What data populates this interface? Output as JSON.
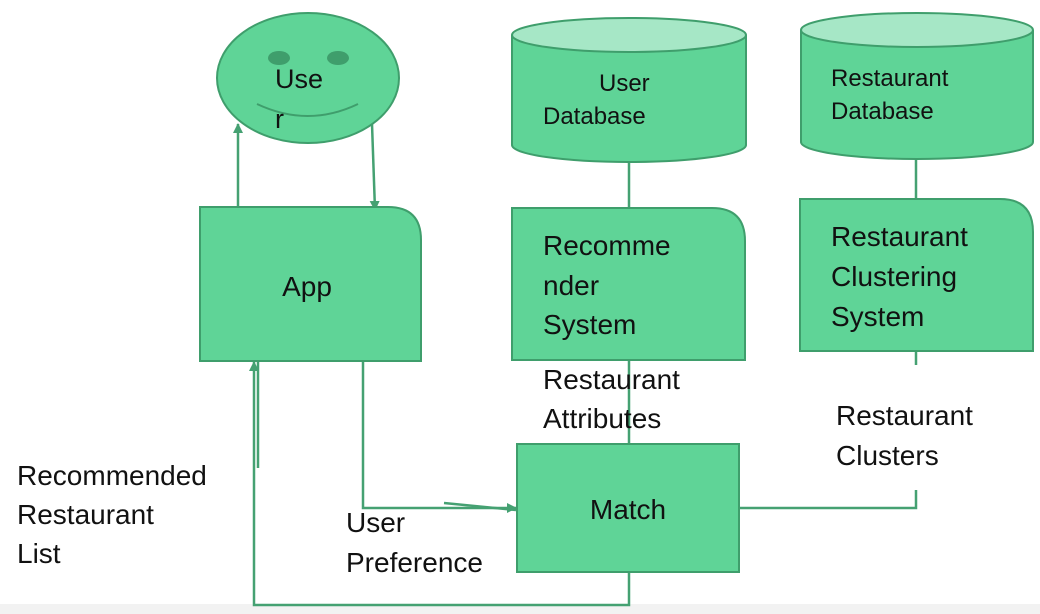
{
  "colors": {
    "node_fill": "#5fd497",
    "node_stroke": "#3f9e6c",
    "cylinder_top": "#a6e7c6",
    "edge": "#45a172",
    "text": "#111111"
  },
  "nodes": {
    "user": {
      "icon": "smiley-face-icon",
      "label_lines": [
        "Use",
        "r"
      ]
    },
    "app": {
      "label_lines": [
        "App"
      ]
    },
    "user_database": {
      "label_lines": [
        "User",
        "Database"
      ]
    },
    "restaurant_database": {
      "label_lines": [
        "Restaurant",
        "Database"
      ]
    },
    "recommender_system": {
      "label_lines": [
        "Recomme",
        "nder",
        "System"
      ]
    },
    "restaurant_clustering_system": {
      "label_lines": [
        "Restaurant",
        "Clustering",
        "System"
      ]
    },
    "match": {
      "label_lines": [
        "Match"
      ]
    }
  },
  "edge_labels": {
    "restaurant_attributes": [
      "Restaurant",
      "Attributes"
    ],
    "restaurant_clusters": [
      "Restaurant",
      "Clusters"
    ],
    "user_preference": [
      "User",
      "Preference"
    ],
    "recommended_restaurant_list": [
      "Recommended",
      "Restaurant",
      "List"
    ]
  }
}
